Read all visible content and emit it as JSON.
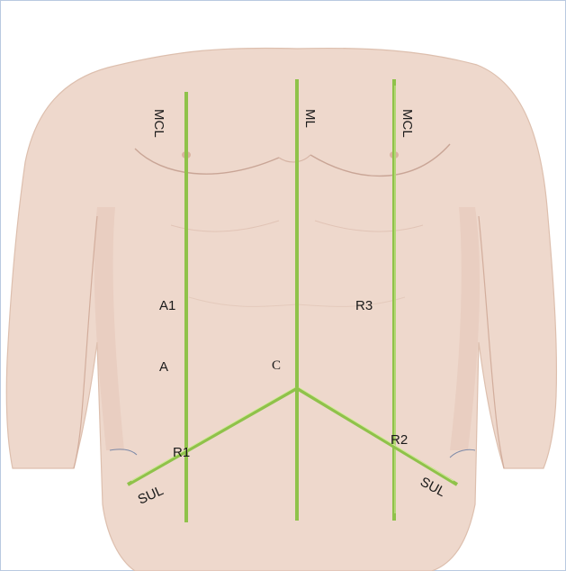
{
  "figure": {
    "colors": {
      "background": "#ffffff",
      "frame": "#b9c9e0",
      "skin": "#eed8cc",
      "skin_shadow": "#e1c3b3",
      "sketch_line": "#c9a596",
      "guide_line": "#8fc24a",
      "guide_highlight": "#d6ec9d",
      "label_text": "#1a1a1a"
    },
    "labels": {
      "mcl_right": "MCL",
      "ml": "ML",
      "mcl_left": "MCL",
      "a1": "A1",
      "r3": "R3",
      "a": "A",
      "c": "C",
      "r1": "R1",
      "r2": "R2",
      "sul_right": "SUL",
      "sul_left": "SUL"
    }
  }
}
